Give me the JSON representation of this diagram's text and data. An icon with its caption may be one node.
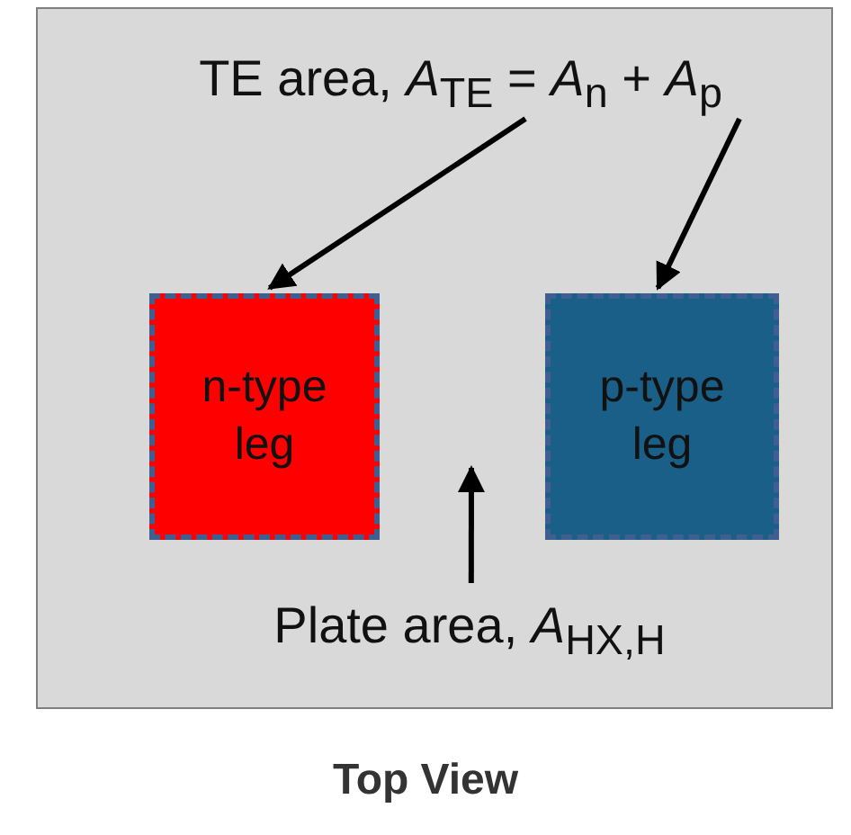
{
  "diagram": {
    "caption": "Top View",
    "nodes": [
      {
        "text": [],
        "shape": "box"
      },
      {
        "text": [
          "TE area, *A*$_{TE}$ = *A*$_{n}$ + *A*$_{p}$"
        ],
        "in": 0
      },
      {
        "text": [
          "n-type leg"
        ],
        "in": 0
      },
      {
        "text": [
          "p-type leg"
        ],
        "in": 0
      },
      {
        "text": [
          "Plate area, *A*$_{HX,H}$"
        ],
        "in": 0
      }
    ],
    "edges": [
      {
        "from": 1,
        "to": 2,
        "arrow": "to"
      },
      {
        "from": 1,
        "to": 3,
        "arrow": "to"
      },
      {
        "from": 4,
        "to": null,
        "arrow": "to"
      }
    ]
  }
}
